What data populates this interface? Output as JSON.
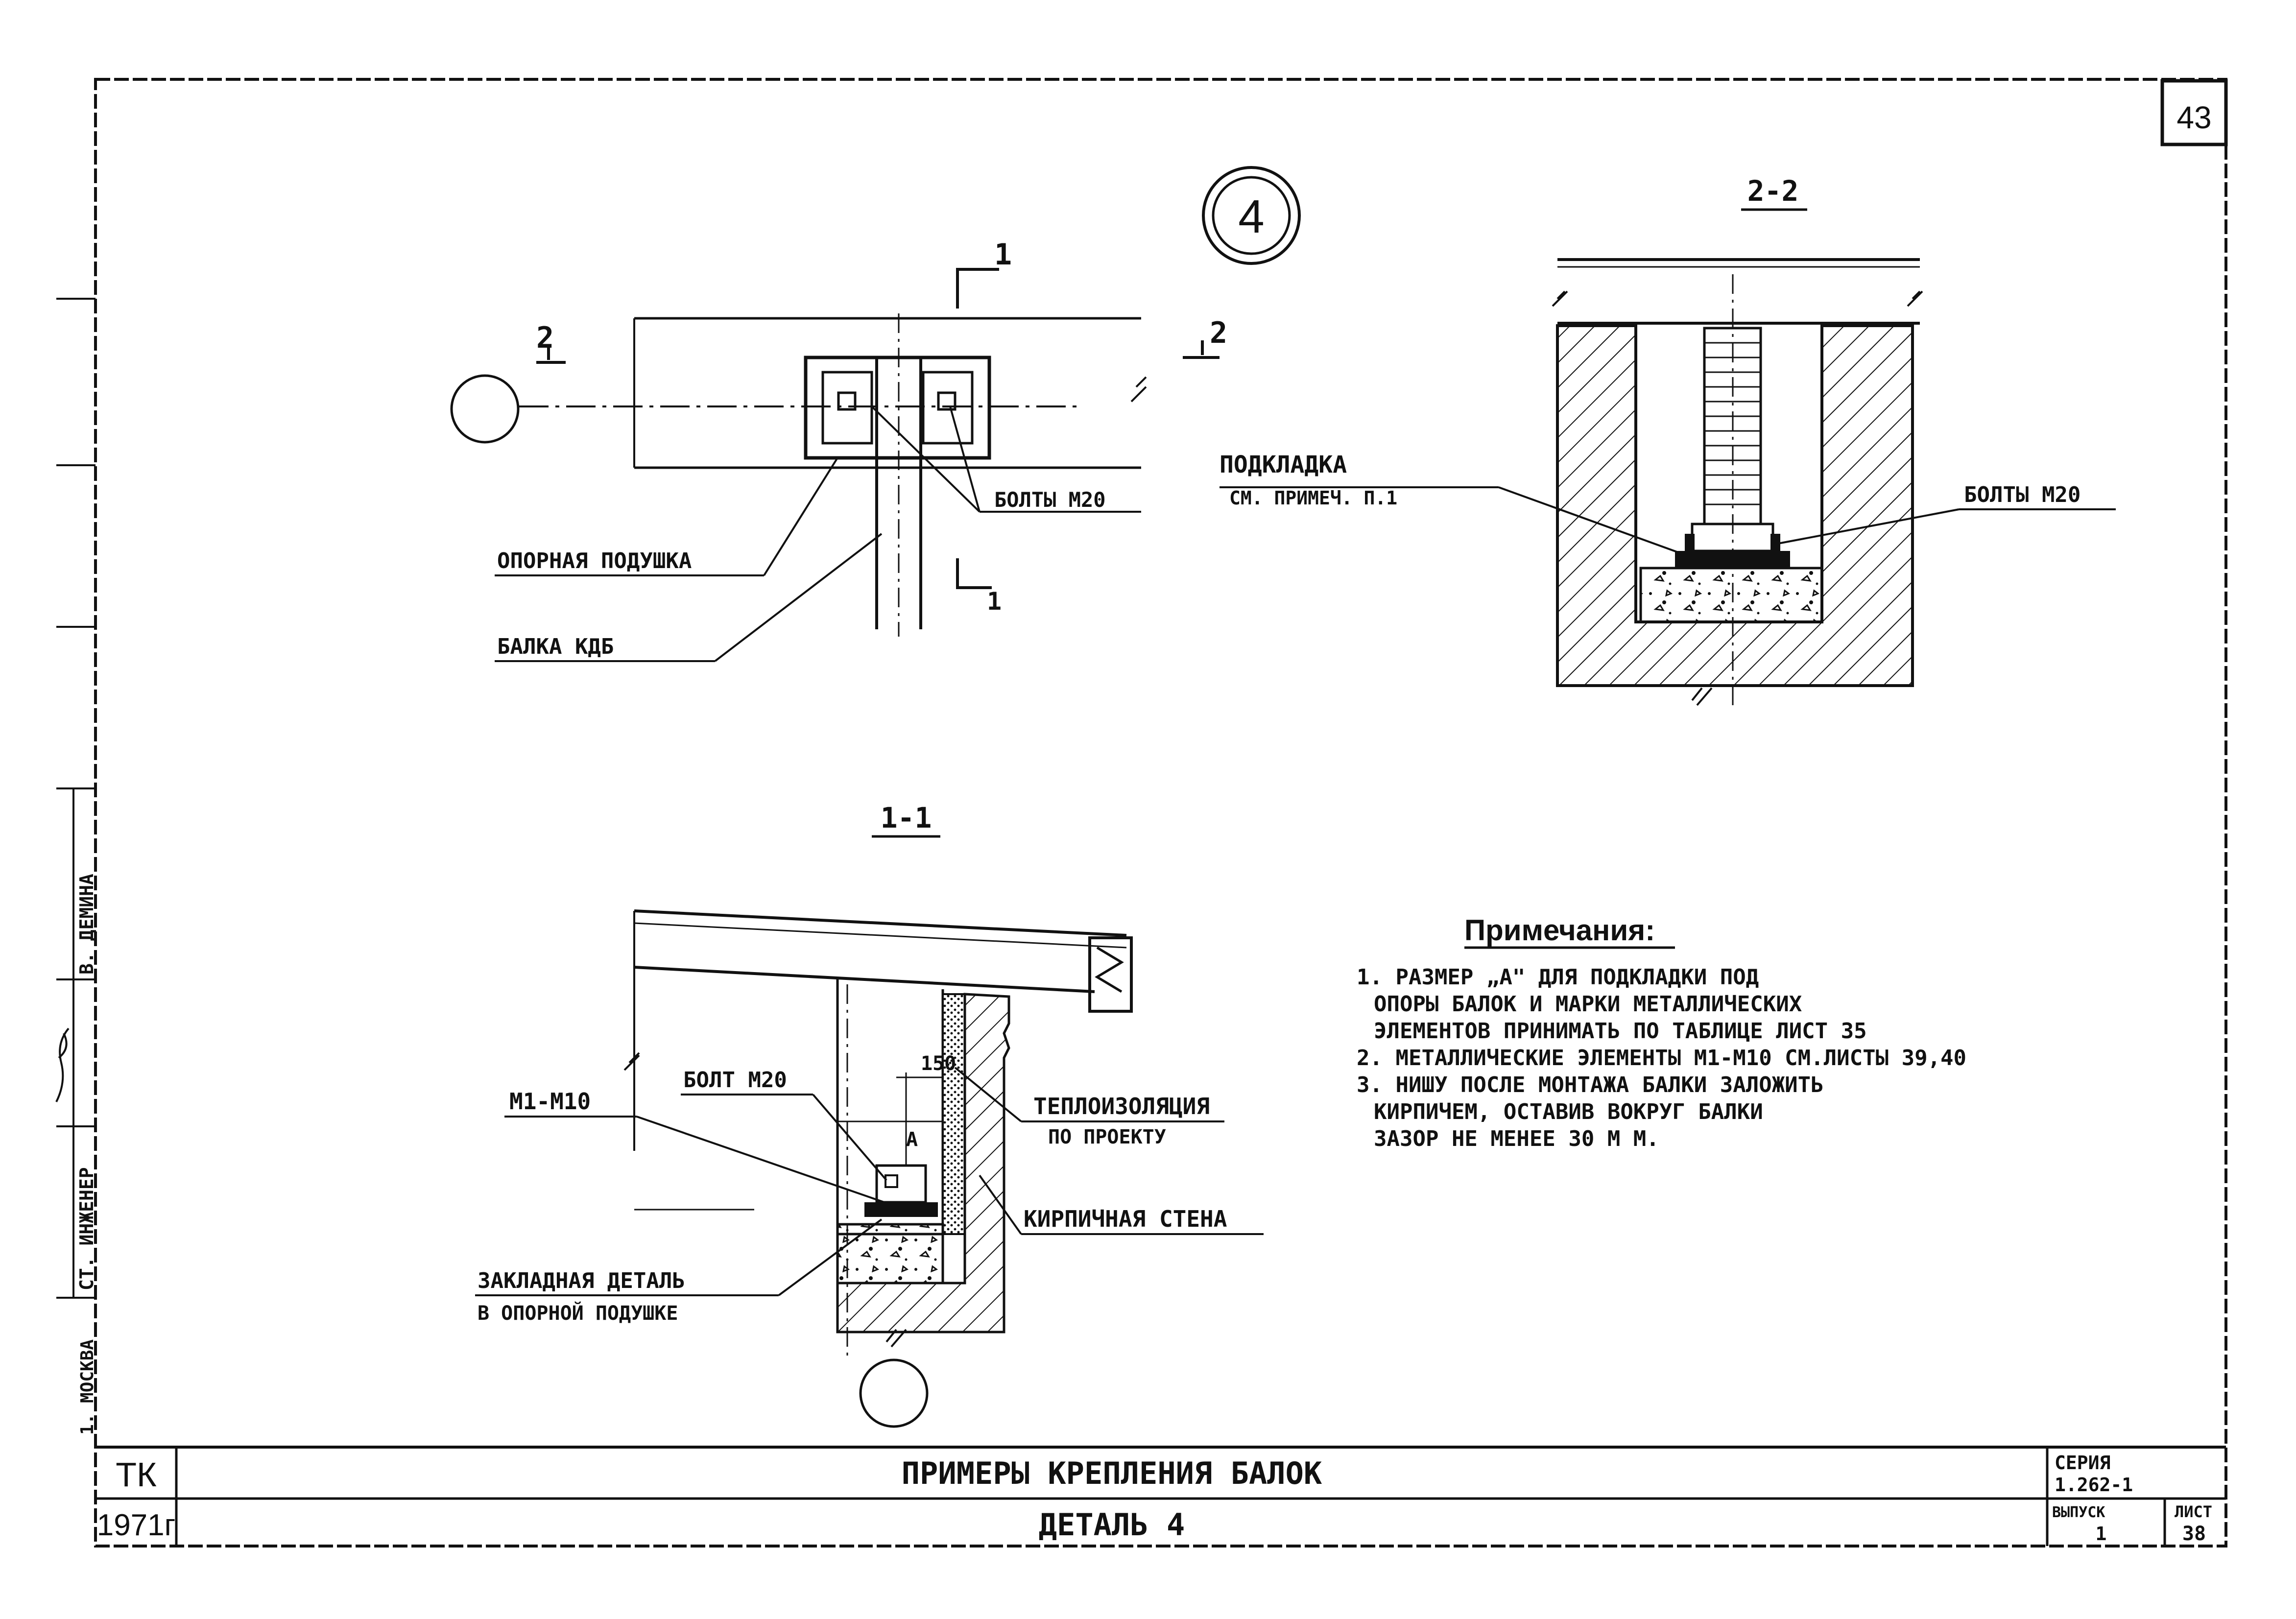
{
  "sheet": {
    "page_number": "43",
    "detail_marker": "4"
  },
  "plan_view": {
    "section_1_label": "1",
    "section_1_label_bottom": "1",
    "section_2_label_left": "2",
    "section_2_label_right": "2",
    "label_bolts": "БОЛТЫ М20",
    "label_support_pad": "ОПОРНАЯ ПОДУШКА",
    "label_beam": "БАЛКА КДБ"
  },
  "section_2_2": {
    "title": "2-2",
    "label_shim_line1": "ПОДКЛАДКА",
    "label_shim_line2": "СМ. ПРИМЕЧ. П.1",
    "label_bolts": "БОЛТЫ М20"
  },
  "section_1_1": {
    "title": "1-1",
    "label_elements": "М1-М10",
    "label_bolt": "БОЛТ М20",
    "dim_150": "150",
    "dim_A": "А",
    "label_insulation_line1": "ТЕПЛОИЗОЛЯЦИЯ",
    "label_insulation_line2": "ПО ПРОЕКТУ",
    "label_brick_wall": "КИРПИЧНАЯ СТЕНА",
    "label_embedded_line1": "ЗАКЛАДНАЯ ДЕТАЛЬ",
    "label_embedded_line2": "В ОПОРНОЙ ПОДУШКЕ"
  },
  "notes": {
    "heading": "Примечания:",
    "lines": [
      "1. РАЗМЕР „А\" ДЛЯ            ПОДКЛАДКИ ПОД",
      "ОПОРЫ  БАЛОК И МАРКИ МЕТАЛЛИЧЕСКИХ",
      "ЭЛЕМЕНТОВ ПРИНИМАТЬ ПО ТАБЛИЦЕ ЛИСТ 35",
      "2. МЕТАЛЛИЧЕСКИЕ ЭЛЕМЕНТЫ М1-М10 СМ.ЛИСТЫ  39,40",
      "3. НИШУ ПОСЛЕ МОНТАЖА БАЛКИ ЗАЛОЖИТЬ",
      "КИРПИЧЕМ, ОСТАВИВ ВОКРУГ БАЛКИ",
      "ЗАЗОР НЕ  МЕНЕЕ  30 М М."
    ]
  },
  "left_margin": {
    "role": "СТ. ИНЖЕНЕР",
    "name": "В. ДЕМИНА",
    "city": "1. МОСКВА"
  },
  "title_block": {
    "org": "ТК",
    "year": "1971г",
    "title": "ПРИМЕРЫ  КРЕПЛЕНИЯ  БАЛОК",
    "subtitle": "ДЕТАЛЬ 4",
    "series_label": "СЕРИЯ",
    "series_value": "1.262-1",
    "issue_label": "ВЫПУСК",
    "issue_value": "1",
    "sheet_label": "ЛИСТ",
    "sheet_value": "38"
  }
}
